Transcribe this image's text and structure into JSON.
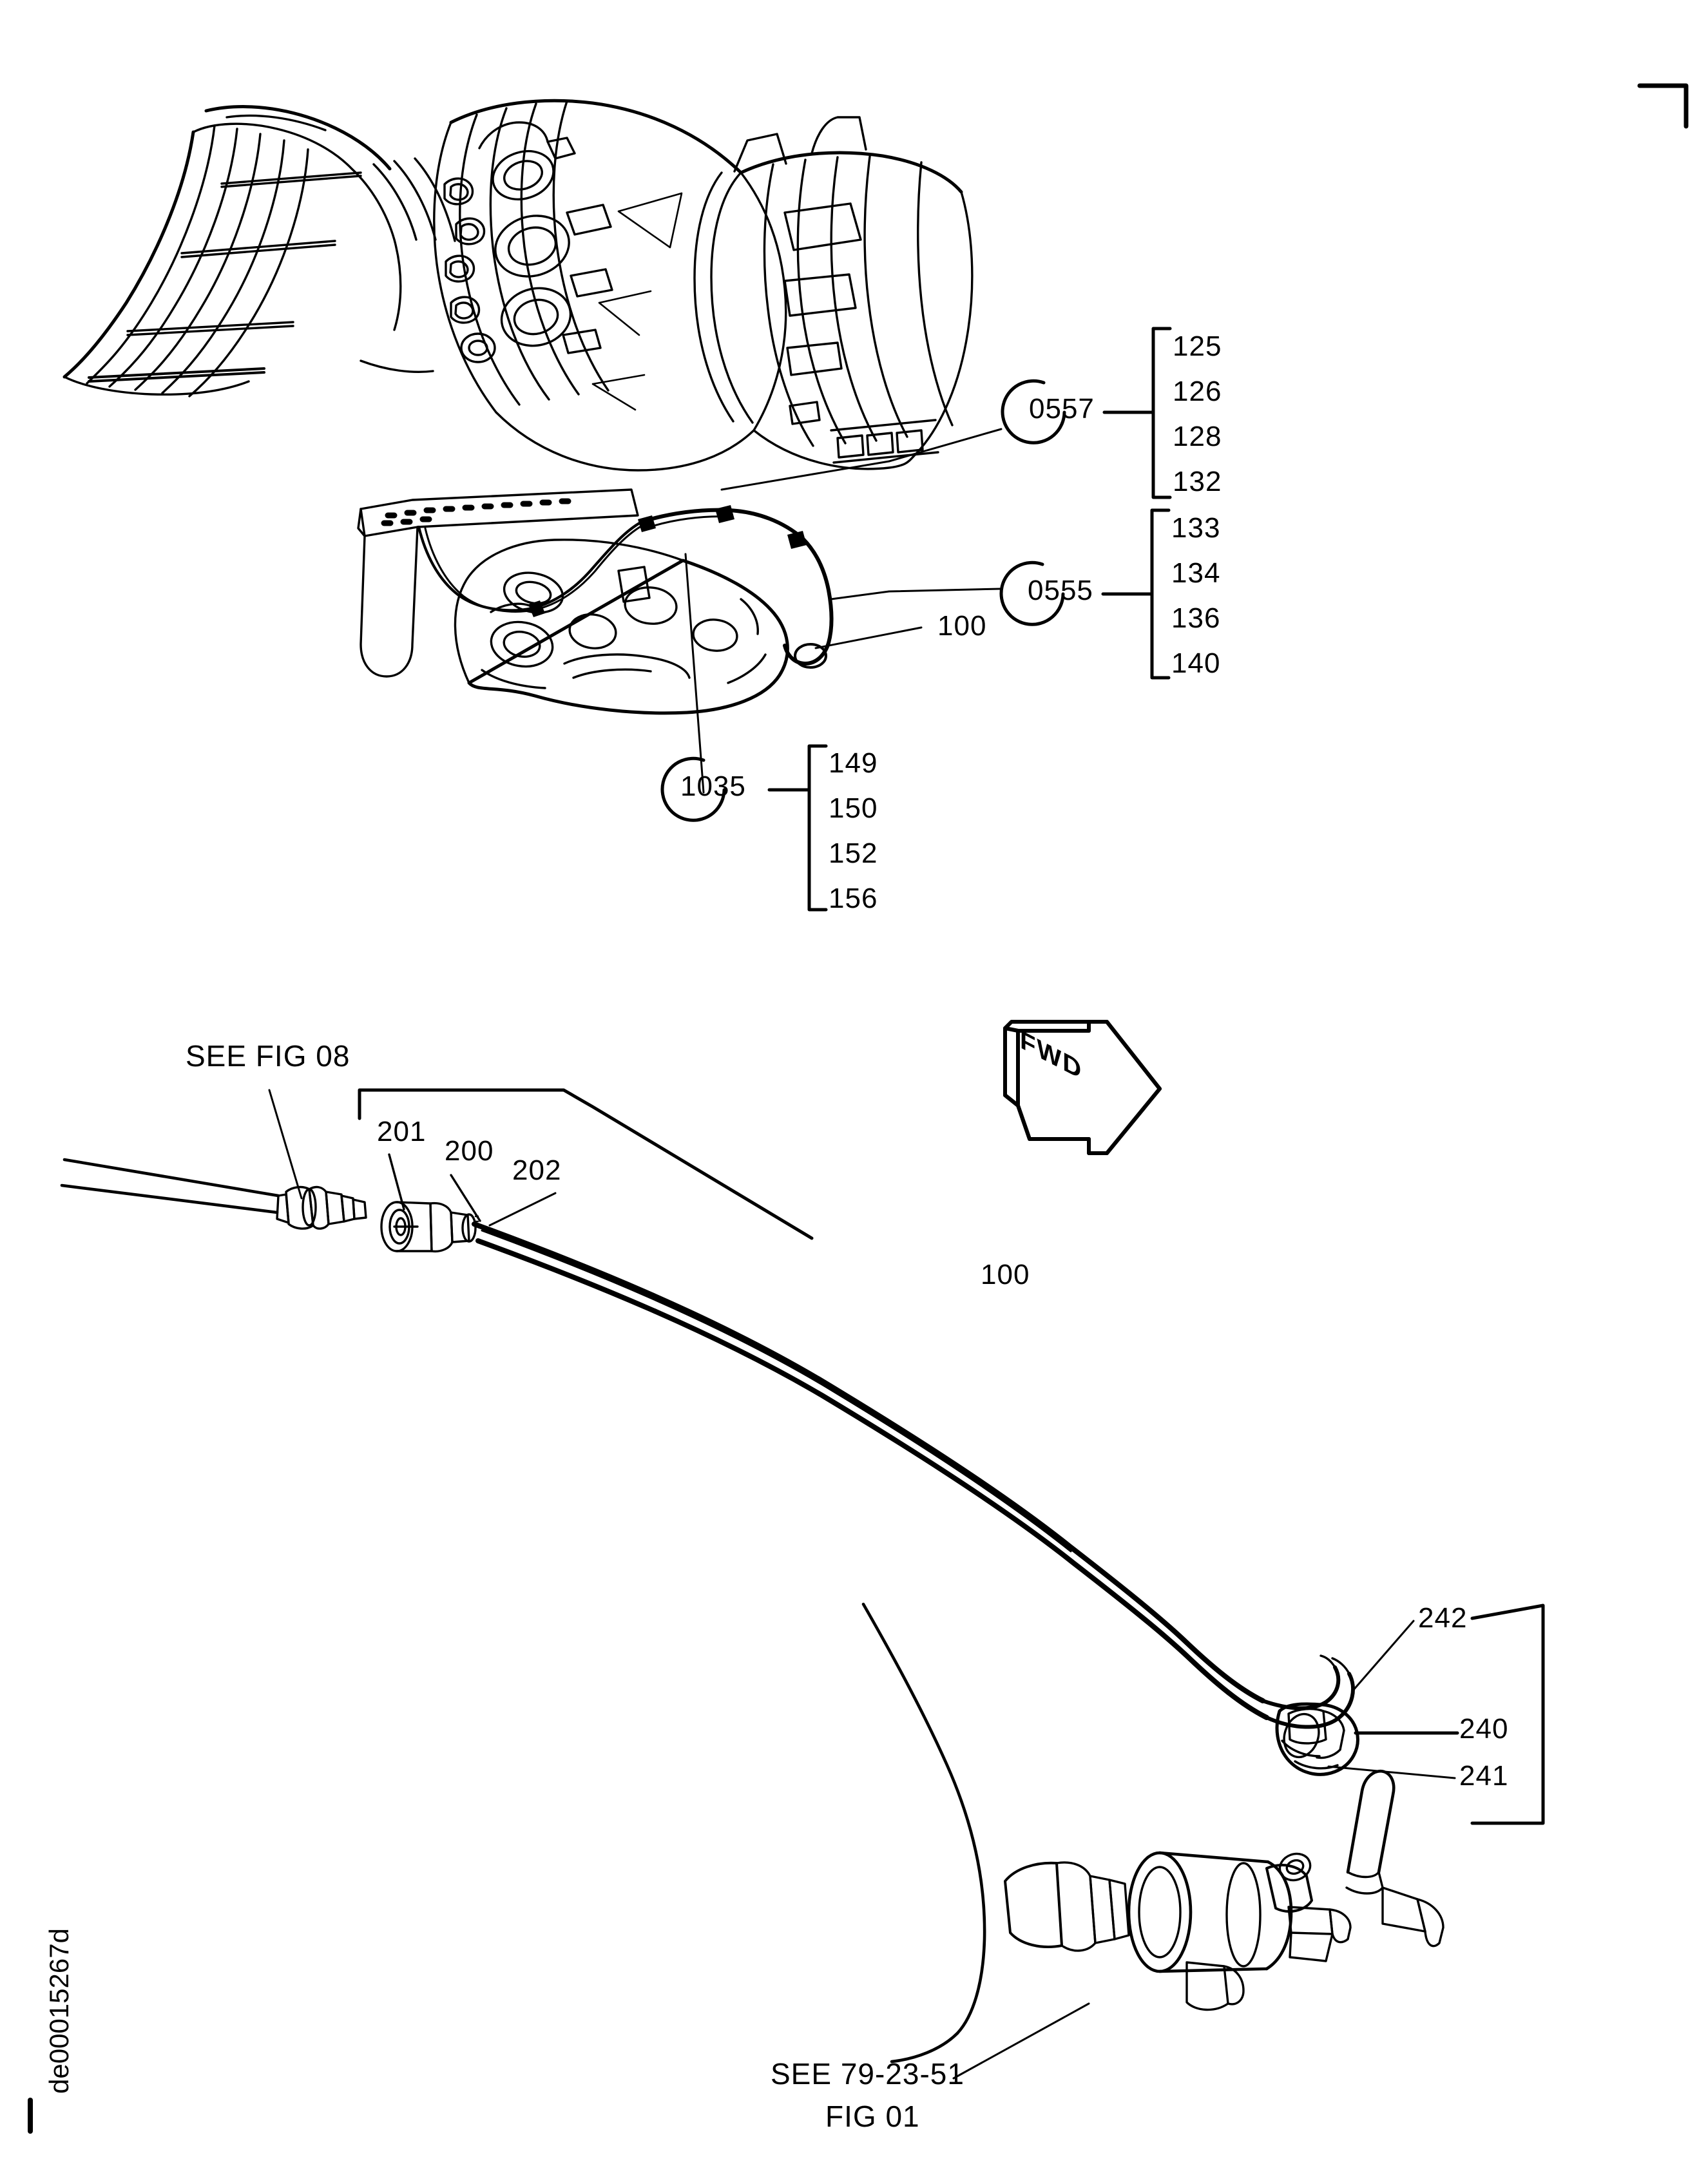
{
  "sheet": {
    "drawing_number": "de00015267d",
    "corner_mark": "top-right-crop-mark"
  },
  "upper_view": {
    "description": "engine-assembly-isometric",
    "callouts": [
      {
        "id": "0557",
        "items": [
          "125",
          "126",
          "128",
          "132"
        ]
      },
      {
        "id": "0555",
        "items": [
          "133",
          "134",
          "136",
          "140"
        ]
      },
      {
        "id": "1035",
        "items": [
          "149",
          "150",
          "152",
          "156"
        ]
      }
    ],
    "item_labels": [
      {
        "text": "100"
      }
    ]
  },
  "lower_view": {
    "description": "tube-assembly-detail",
    "notes": [
      {
        "text": "SEE FIG 08"
      },
      {
        "text": "SEE 79-23-51"
      },
      {
        "text": "FIG 01"
      }
    ],
    "direction_arrow": {
      "text": "FWD"
    },
    "left_group": {
      "items": [
        "201",
        "200",
        "202"
      ]
    },
    "item_labels": [
      {
        "text": "100"
      }
    ],
    "right_group": {
      "items": [
        "242",
        "240",
        "241"
      ]
    }
  }
}
